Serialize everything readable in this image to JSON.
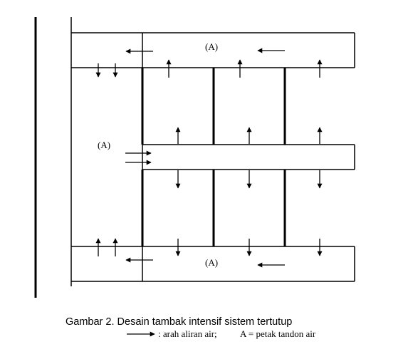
{
  "diagram": {
    "labels": {
      "reservoir_top": "(A)",
      "reservoir_left": "(A)",
      "reservoir_bottom": "(A)"
    },
    "caption": {
      "title": "Gambar 2.  Desain tambak intensif sistem tertutup",
      "legend_flow": ": arah aliran air;",
      "legend_a": "A = petak tandon air"
    },
    "colors": {
      "stroke": "#000000",
      "background": "#ffffff"
    }
  }
}
